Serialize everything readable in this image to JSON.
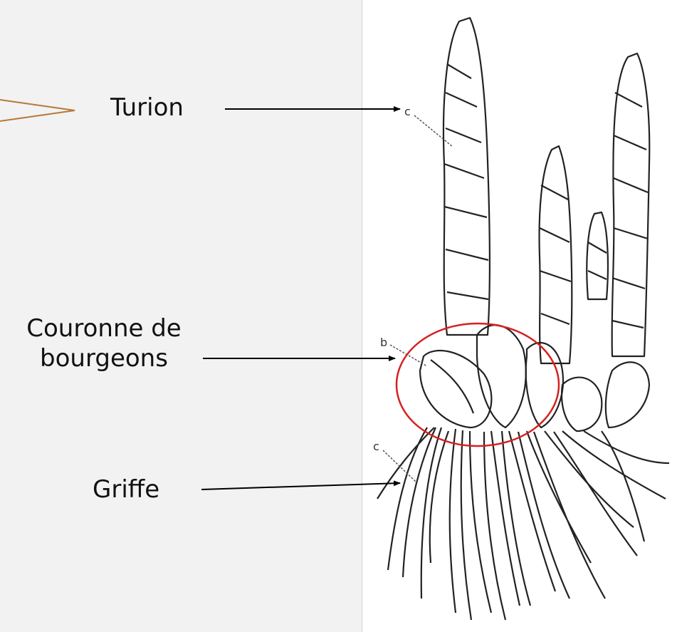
{
  "labels": {
    "turion": "Turion",
    "couronne_line1": "Couronne de",
    "couronne_line2": "bourgeons",
    "griffe": "Griffe"
  },
  "drawing_letters": {
    "a": "c",
    "b": "b",
    "c": "c"
  },
  "colors": {
    "background": "#f2f2f2",
    "panel": "#ffffff",
    "arrow": "#000000",
    "highlight_circle": "#d62020",
    "decor_arrow": "#b5793a"
  }
}
